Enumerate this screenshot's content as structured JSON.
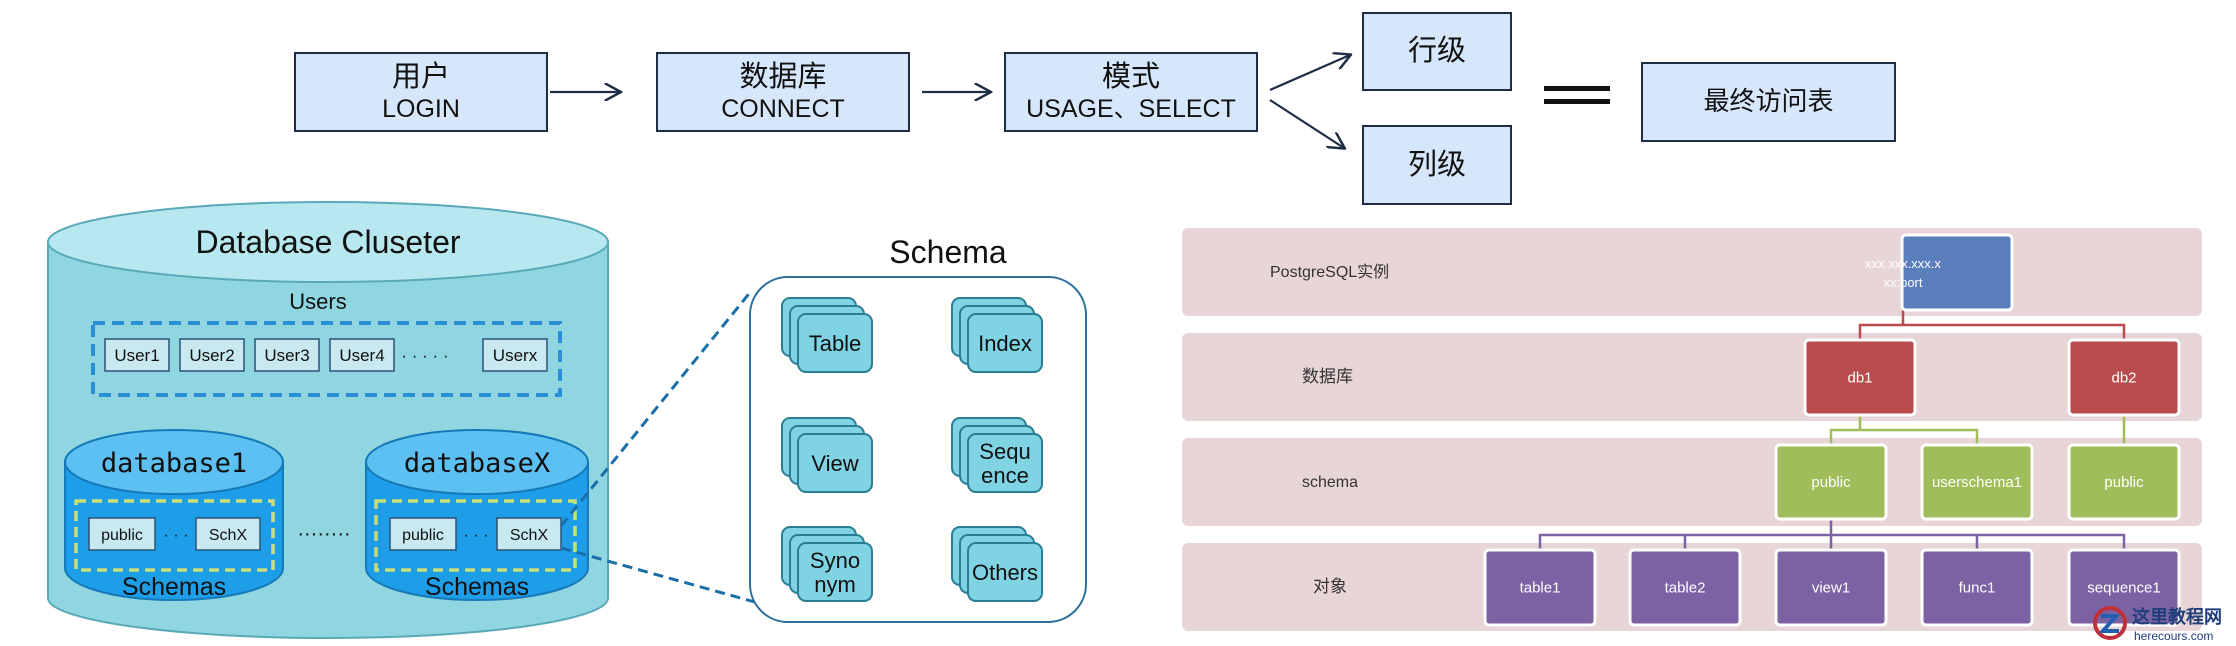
{
  "flow": {
    "user": {
      "line1": "用户",
      "line2": "LOGIN"
    },
    "db": {
      "line1": "数据库",
      "line2": "CONNECT"
    },
    "schema": {
      "line1": "模式",
      "line2": "USAGE、SELECT"
    },
    "row": "行级",
    "col": "列级",
    "final": "最终访问表"
  },
  "cluster": {
    "title": "Database Cluseter",
    "users_label": "Users",
    "users": [
      "User1",
      "User2",
      "User3",
      "User4",
      "Userx"
    ],
    "users_dots": "· · · · ·",
    "db1": {
      "name": "database1",
      "schemas": [
        "public",
        "SchX"
      ],
      "label": "Schemas"
    },
    "dbx": {
      "name": "databaseX",
      "schemas": [
        "public",
        "SchX"
      ],
      "label": "Schemas"
    },
    "schema_dots": "· · ·",
    "db_dots": "········"
  },
  "schema_panel": {
    "title": "Schema",
    "items": [
      {
        "lines": [
          "Table"
        ]
      },
      {
        "lines": [
          "Index"
        ]
      },
      {
        "lines": [
          "View"
        ]
      },
      {
        "lines": [
          "Sequ",
          "ence"
        ]
      },
      {
        "lines": [
          "Syno",
          "nym"
        ]
      },
      {
        "lines": [
          "Others"
        ]
      }
    ]
  },
  "hierarchy": {
    "rows": [
      "PostgreSQL实例",
      "数据库",
      "schema",
      "对象"
    ],
    "instance": {
      "line1": "xxx.xxx.xxx.x",
      "line2": "xx:port"
    },
    "dbs": [
      "db1",
      "db2"
    ],
    "schemas": [
      "public",
      "userschema1",
      "public"
    ],
    "objects": [
      "table1",
      "table2",
      "view1",
      "func1",
      "sequence1"
    ],
    "colors": {
      "instance": "#5b7fbd",
      "db": "#b84c4c",
      "schema": "#9fbd5a",
      "object": "#7b62a2",
      "band": "#e8d5d7"
    }
  },
  "watermark": {
    "title": "这里教程网",
    "url": "herecours.com"
  }
}
